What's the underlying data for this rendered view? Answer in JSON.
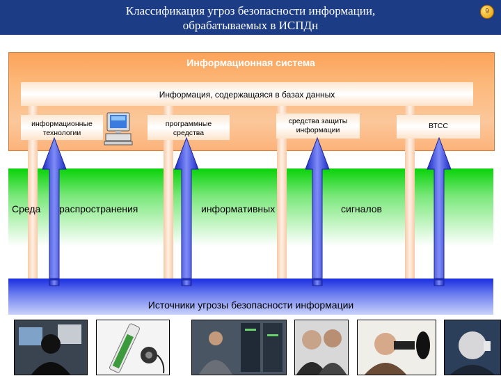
{
  "header": {
    "title_line1": "Классификация угроз безопасности информации,",
    "title_line2": "обрабатываемых в ИСПДн",
    "page_number": "9"
  },
  "information_system": {
    "title": "Информационная система",
    "database_band": "Информация, содержащаяся в базах данных",
    "boxes": [
      {
        "line1": "информационные",
        "line2": "технологии"
      },
      {
        "line1": "программные",
        "line2": "средства"
      },
      {
        "line1": "средства защиты",
        "line2": "информации"
      },
      {
        "line1": "ВТСС",
        "line2": ""
      }
    ]
  },
  "propagation": {
    "words": [
      "Среда",
      "распространения",
      "информативных",
      "сигналов"
    ]
  },
  "sources": {
    "title": "Источники угрозы безопасности информации",
    "photos": [
      "person-at-computer",
      "usb-flash-drive",
      "server-room-operator",
      "phone-eavesdropper",
      "parabolic-microphone-user",
      "person-listening"
    ]
  },
  "colors": {
    "header_bg": "#1c3d86",
    "info_system": "#fcb37a",
    "propagation_top": "#0ad20a",
    "sources_band": "#1a2ee0",
    "arrow_fill": "#4a56e8"
  }
}
